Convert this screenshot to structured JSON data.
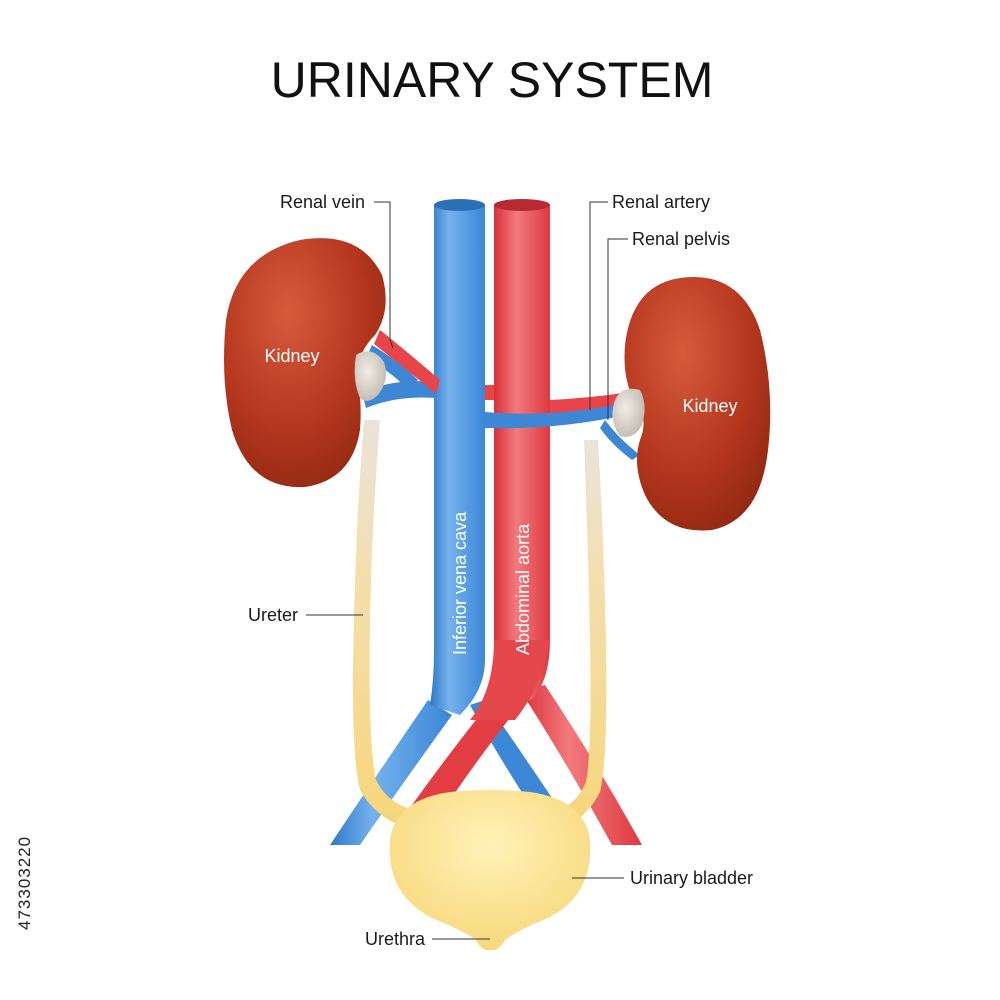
{
  "title": "URINARY SYSTEM",
  "labels": {
    "renal_vein": "Renal vein",
    "renal_artery": "Renal artery",
    "renal_pelvis": "Renal pelvis",
    "kidney_left": "Kidney",
    "kidney_right": "Kidney",
    "ureter": "Ureter",
    "inferior_vena_cava": "Inferior vena cava",
    "abdominal_aorta": "Abdominal aorta",
    "urinary_bladder": "Urinary bladder",
    "urethra": "Urethra"
  },
  "stock_id": "473303220",
  "colors": {
    "vein": "#4a90d9",
    "artery": "#e8454a",
    "kidney": "#b5381f",
    "ureter": "#f5dc8a",
    "bladder": "#fbe38c"
  }
}
